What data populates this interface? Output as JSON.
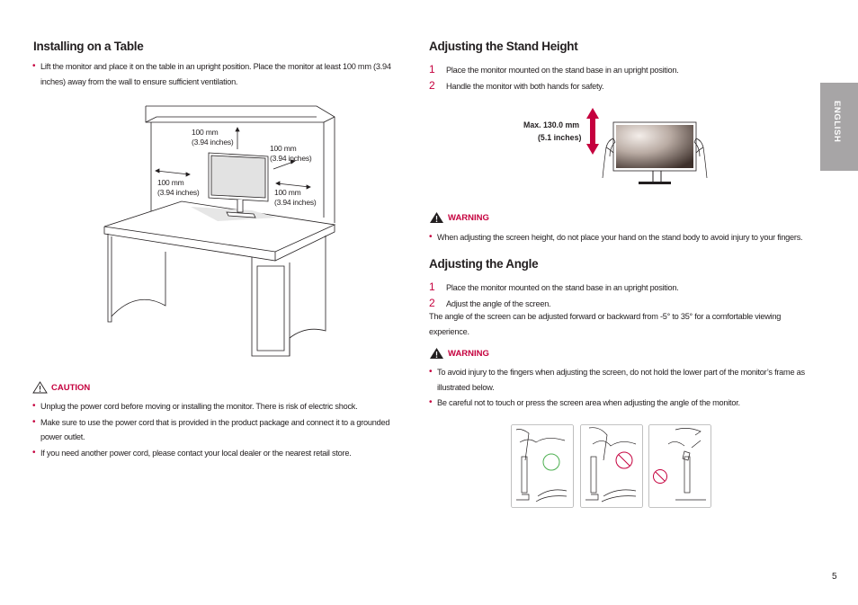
{
  "left": {
    "title": "Installing on a Table",
    "intro": "Lift the monitor and place it on the table in an upright position. Place the monitor at least 100 mm (3.94 inches) away from the wall to ensure sufficient ventilation.",
    "figure_labels": {
      "top_mm": "100 mm",
      "top_in": "(3.94 inches)",
      "right_upper_mm": "100 mm",
      "right_upper_in": "(3.94 inches)",
      "left_mm": "100 mm",
      "left_in": "(3.94 inches)",
      "right_lower_mm": "100 mm",
      "right_lower_in": "(3.94 inches)"
    },
    "caution_label": "CAUTION",
    "caution_items": [
      "Unplug the power cord before moving or installing the monitor. There is risk of electric shock.",
      "Make sure to use the power cord that is provided in the product package and connect it to a grounded power outlet.",
      "If you need another power cord, please contact your local dealer or the nearest retail store."
    ]
  },
  "right": {
    "height_title": "Adjusting the Stand Height",
    "height_steps": [
      {
        "num": "1",
        "text": "Place the monitor mounted on the stand base in an upright position."
      },
      {
        "num": "2",
        "text": "Handle the monitor with both hands for safety."
      }
    ],
    "height_fig_label_1": "Max. 130.0 mm",
    "height_fig_label_2": "(5.1 inches)",
    "warning1_label": "WARNING",
    "warning1_items": [
      "When adjusting the screen height, do not place your hand on the stand body to avoid injury to your fingers."
    ],
    "angle_title": "Adjusting the Angle",
    "angle_steps": [
      {
        "num": "1",
        "text": "Place the monitor mounted on the stand base in an upright position."
      },
      {
        "num": "2",
        "text": "Adjust the angle of the screen."
      }
    ],
    "angle_note": "The angle of the screen can be adjusted forward or backward from -5° to 35° for a comfortable viewing experience.",
    "warning2_label": "WARNING",
    "warning2_items": [
      "To avoid injury to the fingers when adjusting the screen, do not hold the lower part of the monitor’s frame as illustrated below.",
      "Be careful not to touch or press the screen area when adjusting the angle of the monitor."
    ]
  },
  "side_tab": "ENGLISH",
  "page_number": "5",
  "colors": {
    "accent": "#c5003e",
    "tab": "#a7a5a6",
    "correct": "#4caf50"
  }
}
